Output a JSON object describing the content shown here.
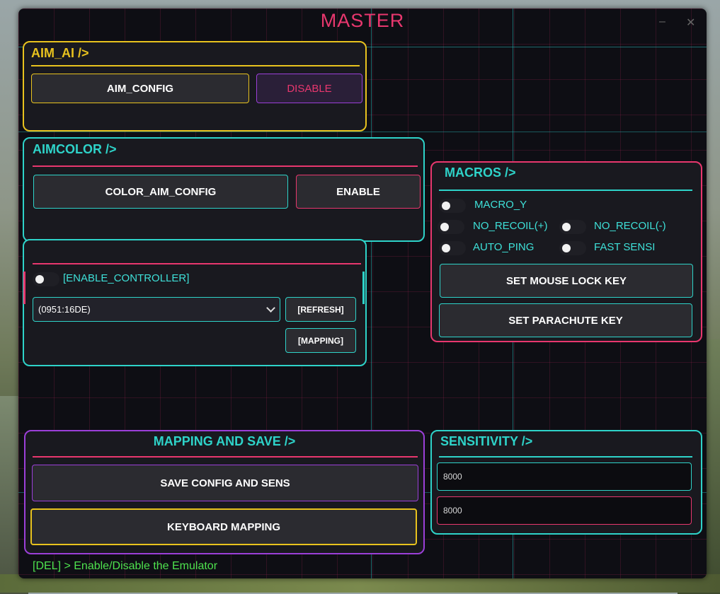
{
  "window": {
    "title": "MASTER",
    "minimize_glyph": "–",
    "close_glyph": "✕"
  },
  "aim_ai": {
    "header": "AIM_AI />",
    "config_label": "AIM_CONFIG",
    "toggle_label": "DISABLE"
  },
  "aimcolor": {
    "header": "AIMCOLOR />",
    "config_label": "COLOR_AIM_CONFIG",
    "toggle_label": "ENABLE"
  },
  "controller": {
    "enable_label": "[ENABLE_CONTROLLER]",
    "device_selected": "(0951:16DE)",
    "refresh_label": "[REFRESH]",
    "mapping_label": "[MAPPING]"
  },
  "macros": {
    "header": "MACROS />",
    "toggles": [
      "MACRO_Y",
      "NO_RECOIL(+)",
      "NO_RECOIL(-)",
      "AUTO_PING",
      "FAST SENSI"
    ],
    "mouse_lock_label": "SET MOUSE LOCK KEY",
    "parachute_label": "SET PARACHUTE KEY"
  },
  "mapping_save": {
    "header": "MAPPING AND SAVE />",
    "save_label": "SAVE CONFIG AND SENS",
    "keyboard_label": "KEYBOARD MAPPING"
  },
  "sensitivity": {
    "header": "SENSITIVITY />",
    "value1": "8000",
    "value2": "8000"
  },
  "footer": {
    "hint": "[DEL] > Enable/Disable the Emulator"
  },
  "colors": {
    "yellow": "#e8c21e",
    "cyan": "#2ed3c9",
    "pink": "#e8376e",
    "purple": "#9b3fd8",
    "green": "#4ee24e"
  }
}
